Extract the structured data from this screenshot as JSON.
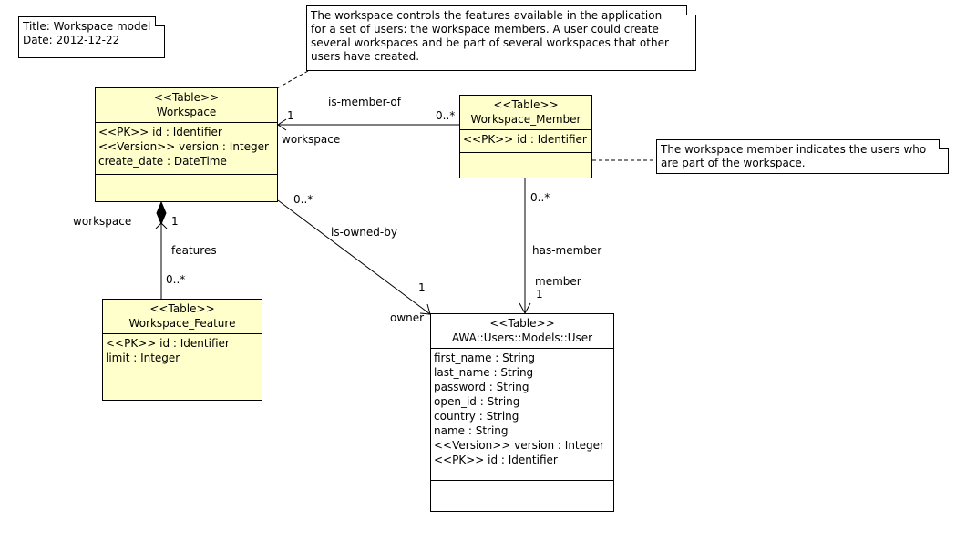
{
  "title_note": {
    "title": "Title: Workspace model",
    "date": "Date: 2012-12-22"
  },
  "notes": {
    "workspace": [
      "The workspace controls the features available in the application",
      "for a set of users: the workspace members.  A user could create",
      "several workspaces and be part of several workspaces that other",
      "users have created."
    ],
    "member": [
      "The workspace member indicates the users who",
      "are part of the workspace."
    ]
  },
  "classes": {
    "workspace": {
      "stereotype": "<<Table>>",
      "name": "Workspace",
      "attributes": [
        "<<PK>> id : Identifier",
        "<<Version>> version : Integer",
        "create_date : DateTime"
      ]
    },
    "workspace_member": {
      "stereotype": "<<Table>>",
      "name": "Workspace_Member",
      "attributes": [
        "<<PK>> id : Identifier"
      ]
    },
    "workspace_feature": {
      "stereotype": "<<Table>>",
      "name": "Workspace_Feature",
      "attributes": [
        "<<PK>> id : Identifier",
        "limit : Integer"
      ]
    },
    "user": {
      "stereotype": "<<Table>>",
      "name": "AWA::Users::Models::User",
      "attributes": [
        "first_name : String",
        "last_name : String",
        "password : String",
        "open_id : String",
        "country : String",
        "name : String",
        "<<Version>> version : Integer",
        "<<PK>> id : Identifier"
      ]
    }
  },
  "associations": {
    "is_member_of": {
      "name": "is-member-of",
      "mult_workspace": "1",
      "mult_member": "0..*",
      "role": "workspace"
    },
    "features": {
      "name": "features",
      "mult_workspace": "1",
      "mult_feature": "0..*",
      "role": "workspace"
    },
    "is_owned_by": {
      "name": "is-owned-by",
      "mult_workspace": "0..*",
      "mult_user": "1",
      "role": "owner"
    },
    "has_member": {
      "name": "has-member",
      "mult_member": "0..*",
      "mult_user": "1",
      "role": "member"
    }
  },
  "colors": {
    "class_fill": "#ffffcc",
    "line": "#000000"
  }
}
